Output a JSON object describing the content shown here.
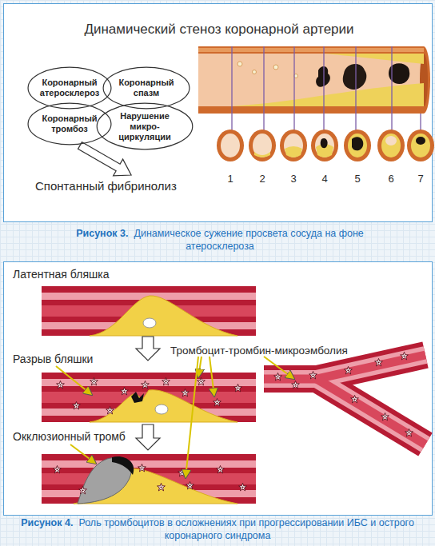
{
  "diagram": {
    "title": "Динамический стеноз коронарной артерии",
    "nodes": [
      {
        "text": [
          "Коронарный атеросклероз"
        ]
      },
      {
        "text": [
          "Коронарный спазм"
        ]
      },
      {
        "text": [
          "Коронарный тромбоз"
        ]
      },
      {
        "text": [
          "Нарушение микро- циркуляции"
        ]
      }
    ],
    "labels": [
      "Спонтанный фибринолиз",
      "1",
      "2",
      "3",
      "4",
      "5",
      "6",
      "7",
      "Рисунок 3.",
      "Динамическое сужение просвета сосуда на фоне атеросклероза",
      "Латентная бляшка",
      "Разрыв бляшки",
      "Тромбоцит-тромбин-микроэмболия",
      "Окклюзионный тромб",
      "Рисунок 4.",
      "Роль тромбоцитов в осложнениях при прогрессировании ИБС и острого коронарного синдрома"
    ]
  }
}
